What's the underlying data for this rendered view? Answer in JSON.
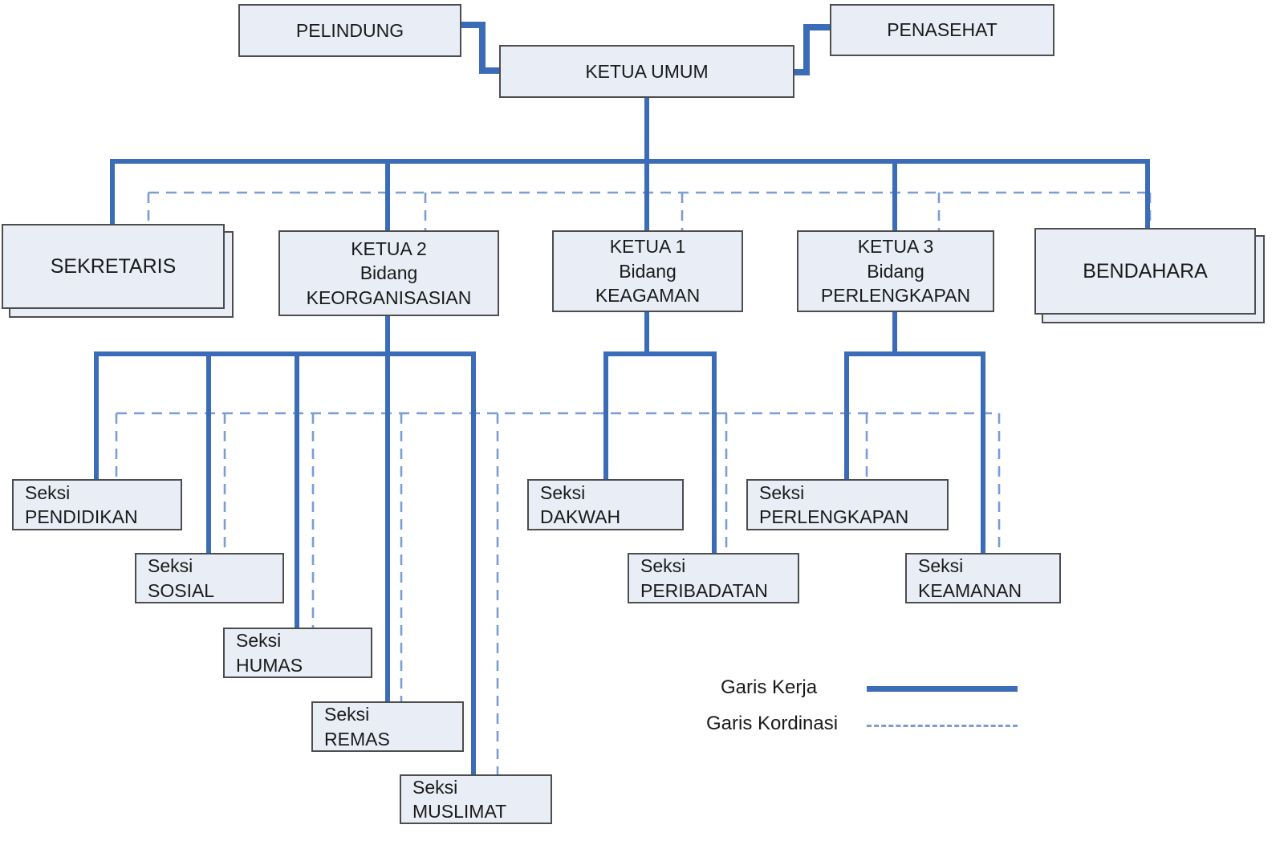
{
  "colors": {
    "work_line": "#3b6cb8",
    "coordination_line": "#7b9cd4",
    "box_fill": "#e9edf6",
    "box_border": "#4d4d4d"
  },
  "nodes": {
    "pelindung": {
      "label": "PELINDUNG"
    },
    "penasehat": {
      "label": "PENASEHAT"
    },
    "ketua_umum": {
      "label": "KETUA UMUM"
    },
    "sekretaris": {
      "label": "SEKRETARIS"
    },
    "ketua2": {
      "lines": [
        "KETUA  2",
        "Bidang",
        "KEORGANISASIAN"
      ]
    },
    "ketua1": {
      "lines": [
        "KETUA 1",
        "Bidang",
        "KEAGAMAN"
      ]
    },
    "ketua3": {
      "lines": [
        "KETUA  3",
        "Bidang",
        "PERLENGKAPAN"
      ]
    },
    "bendahara": {
      "label": "BENDAHARA"
    },
    "seksi_pendidikan": {
      "lines": [
        "Seksi",
        "PENDIDIKAN"
      ]
    },
    "seksi_sosial": {
      "lines": [
        "Seksi",
        "SOSIAL"
      ]
    },
    "seksi_humas": {
      "lines": [
        "Seksi",
        "HUMAS"
      ]
    },
    "seksi_remas": {
      "lines": [
        "Seksi",
        "REMAS"
      ]
    },
    "seksi_muslimat": {
      "lines": [
        "Seksi",
        "MUSLIMAT"
      ]
    },
    "seksi_dakwah": {
      "lines": [
        "Seksi",
        "DAKWAH"
      ]
    },
    "seksi_peribadatan": {
      "lines": [
        "Seksi",
        "PERIBADATAN"
      ]
    },
    "seksi_perlengkapan": {
      "lines": [
        "Seksi",
        "PERLENGKAPAN"
      ]
    },
    "seksi_keamanan": {
      "lines": [
        "Seksi",
        "KEAMANAN"
      ]
    }
  },
  "legend": {
    "kerja_label": "Garis Kerja",
    "kordinasi_label": "Garis Kordinasi"
  }
}
